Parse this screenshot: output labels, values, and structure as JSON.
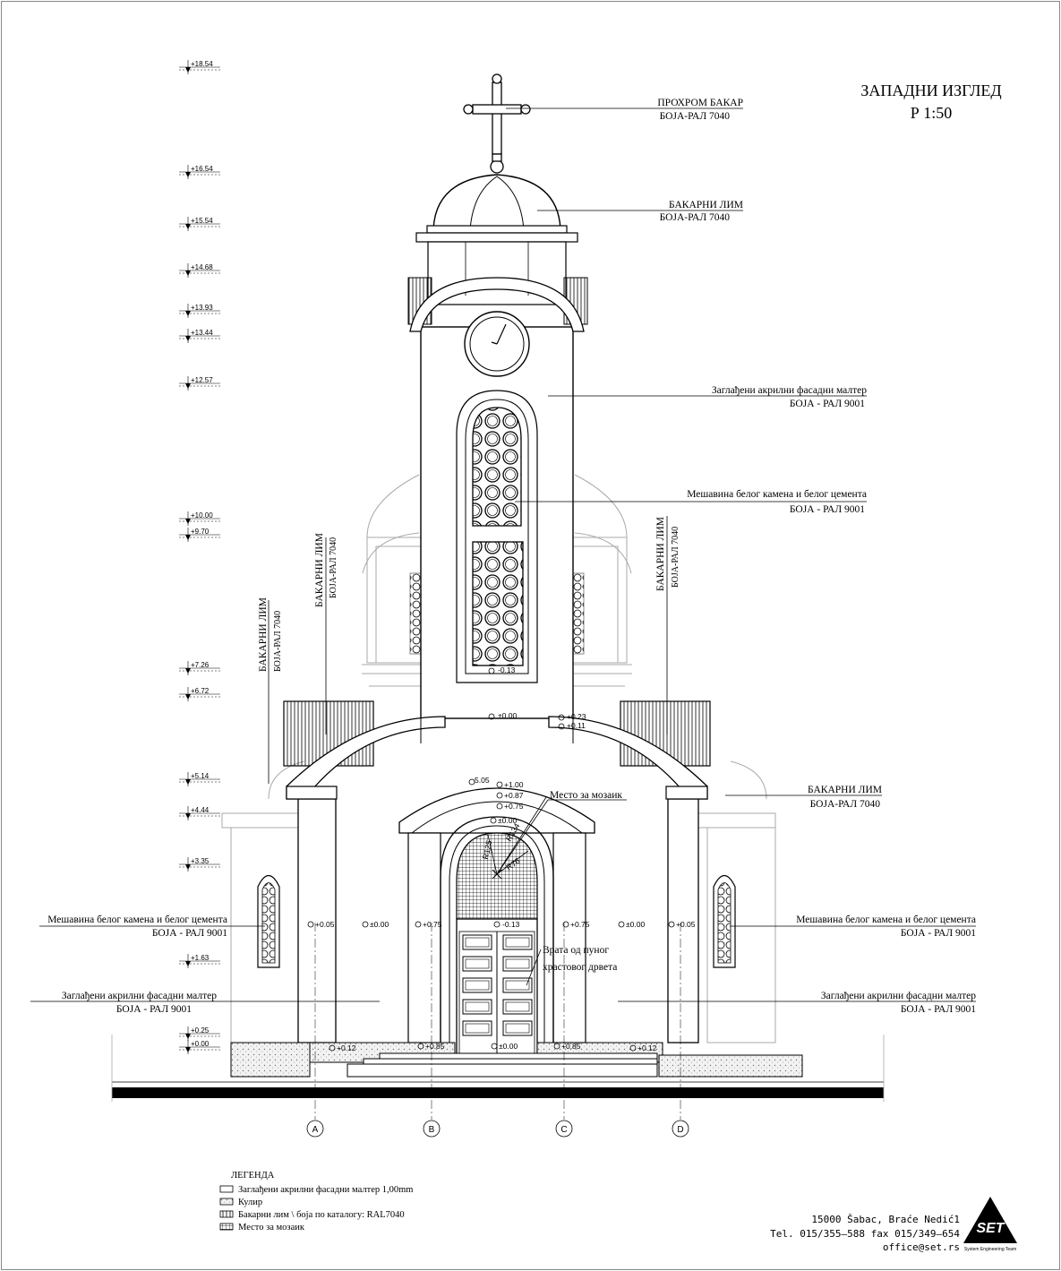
{
  "title": {
    "main": "ЗАПАДНИ ИЗГЛЕД",
    "scale": "Р  1:50"
  },
  "levels": [
    "18.54",
    "16.54",
    "15.54",
    "14.68",
    "13.93",
    "13.44",
    "12.57",
    "10.00",
    "9.70",
    "7.26",
    "6.72",
    "5.14",
    "4.44",
    "3.35",
    "1.63",
    "0.25",
    "0.00"
  ],
  "callouts": {
    "cross_l1": "ПРОХРОМ БАКАР",
    "cross_l2": "БОЈА-РАЛ 7040",
    "dome_l1": "БАКАРНИ ЛИМ",
    "dome_l2": "БОЈА-РАЛ 7040",
    "tower_plaster_l1": "Заглађени акрилни фасадни малтер",
    "tower_plaster_l2": "БОЈА - РАЛ 9001",
    "tower_stone_l1": "Мешавина белог камена и белог цемента",
    "tower_stone_l2": "БОЈА - РАЛ 9001",
    "roof_right_l1": "БАКАРНИ ЛИМ",
    "roof_right_l2": "БОЈА-РАЛ 7040",
    "mosaic": "Место за мозаик",
    "door_l1": "Врата од пуног",
    "door_l2": "храстовог дрвета",
    "left_stone_l1": "Мешавина белог камена и белог цемента",
    "left_stone_l2": "БОЈА - РАЛ 9001",
    "left_plaster_l1": "Заглађени акрилни фасадни малтер",
    "left_plaster_l2": "БОЈА - РАЛ 9001",
    "right_stone_l1": "Мешавина белог камена и белог цемента",
    "right_stone_l2": "БОЈА - РАЛ 9001",
    "right_plaster_l1": "Заглађени акрилни фасадни малтер",
    "right_plaster_l2": "БОЈА - РАЛ 9001",
    "vert_l1a": "БАКАРНИ ЛИМ",
    "vert_l1b": "БОЈА-РАЛ 7040",
    "vert_l2a": "БАКАРНИ ЛИМ",
    "vert_l2b": "БОЈА-РАЛ 7040",
    "vert_r1a": "БАКАРНИ ЛИМ",
    "vert_r1b": "БОЈА-РАЛ 7040"
  },
  "spot_levels": {
    "tower_window": "-0.13",
    "tower_base": "±0.00",
    "r_023": "+0.23",
    "r_011": "+0.11",
    "p505": "5.05",
    "p100": "+1.00",
    "p087": "+0.87",
    "p075": "+0.75",
    "p000": "±0.00",
    "row_a": "+0.05",
    "row_b": "±0.00",
    "row_c": "+0.75",
    "row_d": "-0.13",
    "row_e": "+0.75",
    "row_f": "±0.00",
    "row_g": "+0.05",
    "base_a": "+0.12",
    "base_b": "+0.85",
    "base_c": "±0.00",
    "base_d": "+0.85",
    "base_e": "+0.12"
  },
  "arch_dims": {
    "r1": "R125",
    "r2": "R134",
    "r3": "R76"
  },
  "axes": [
    "A",
    "B",
    "C",
    "D"
  ],
  "legend": {
    "heading": "ЛЕГЕНДА",
    "items": [
      "Заглађени акрилни фасадни малтер 1,00mm",
      "Кулир",
      "Бакарни лим  \\ боја по каталогу: RAL7040",
      "Место за мозаик"
    ]
  },
  "company": {
    "address": "15000  Šabac,  Braće  Nedić1",
    "phone": "Tel.  015/355–588  fax  015/349–654",
    "email": "office@set.rs",
    "logo_text": "SET",
    "logo_sub": "System Engineering Team"
  }
}
